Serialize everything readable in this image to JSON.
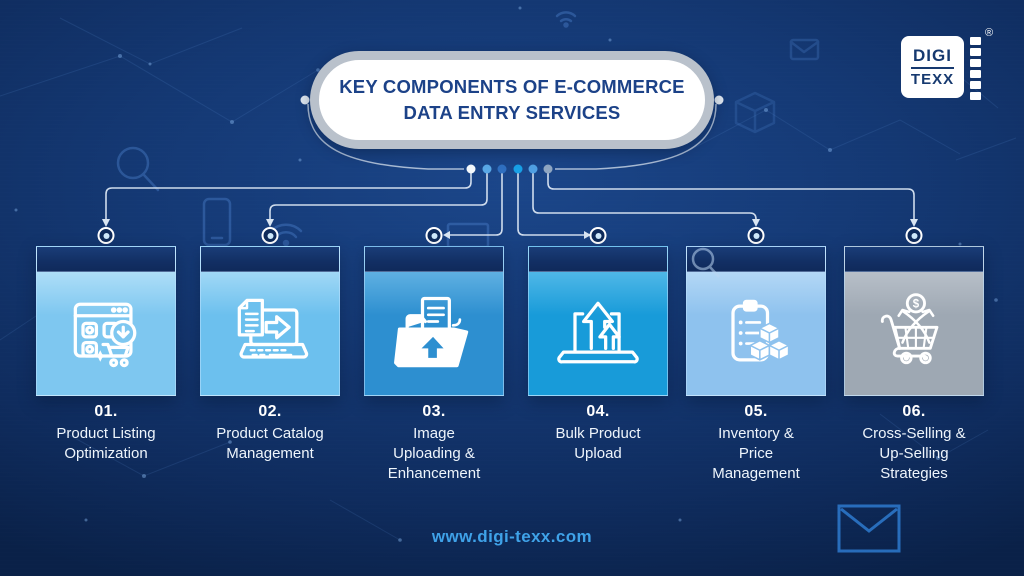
{
  "page": {
    "background": "#133468",
    "title_color": "#1c4288",
    "site_url_color": "#3fa2e8"
  },
  "header": {
    "title_line1": "KEY COMPONENTS OF E-COMMERCE",
    "title_line2": "DATA ENTRY SERVICES"
  },
  "logo": {
    "line1": "DIGI",
    "line2": "TEXX",
    "registered": "®"
  },
  "cards": [
    {
      "number": "01.",
      "title": "Product Listing\nOptimization",
      "icon": "product-listing",
      "body_color": "#7ec7f0",
      "body_color_light": "#c9ebfb"
    },
    {
      "number": "02.",
      "title": "Product Catalog\nManagement",
      "icon": "product-catalog",
      "body_color": "#6cc0ee",
      "body_color_light": "#bfe6fa"
    },
    {
      "number": "03.",
      "title": "Image\nUploading &\nEnhancement",
      "icon": "image-uploading",
      "body_color": "#2d8fd0",
      "body_color_light": "#7cc3ec"
    },
    {
      "number": "04.",
      "title": "Bulk Product\nUpload",
      "icon": "bulk-upload",
      "body_color": "#189bd9",
      "body_color_light": "#6fc8ef"
    },
    {
      "number": "05.",
      "title": "Inventory &\nPrice\nManagement",
      "icon": "inventory-price",
      "body_color": "#8ec2ee",
      "body_color_light": "#c9e4fa"
    },
    {
      "number": "06.",
      "title": "Cross-Selling &\nUp-Selling\nStrategies",
      "icon": "cross-selling",
      "body_color": "#9ea8b3",
      "body_color_light": "#c6ccd4"
    }
  ],
  "footer": {
    "website": "www.digi-texx.com"
  },
  "connectors": {
    "dot_colors": [
      "#f4f9fd",
      "#59a8e6",
      "#2f6fc0",
      "#18a0e6",
      "#4f9fe2",
      "#8fa6c2"
    ],
    "line_color": "#d9e5f2"
  }
}
